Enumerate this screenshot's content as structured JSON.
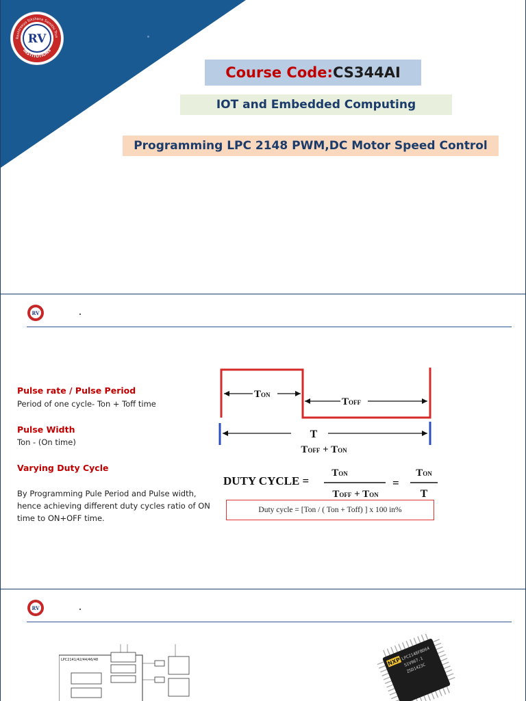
{
  "slide1": {
    "logo": {
      "top_text": "Rashtreeya Sikshana Samithi Trust",
      "letters": "RV",
      "bottom_text": "INSTITUTIONS"
    },
    "course_code_label": "Course Code:",
    "course_code_value": "CS344AI",
    "subject": "IOT and Embedded Computing",
    "topic": "Programming LPC 2148 PWM,DC Motor Speed Control"
  },
  "slide2": {
    "logo_letters": "RV",
    "heading1": "Pulse rate / Pulse Period",
    "text1": "Period of one cycle- Ton + Toff  time",
    "heading2": "Pulse Width",
    "text2": "Ton - (On time)",
    "heading3": "Varying Duty Cycle",
    "paragraph": "By Programming Pule Period and Pulse width, hence achieving different duty cycles ratio of ON time to ON+OFF time.",
    "diagram": {
      "ton_label": "T",
      "ton_sub": "ON",
      "toff_label": "T",
      "toff_sub": "OFF",
      "period_label": "T",
      "period_expr_t1": "T",
      "period_expr_s1": "OFF",
      "period_expr_plus": " + ",
      "period_expr_t2": "T",
      "period_expr_s2": "ON",
      "duty_label": "DUTY CYCLE =",
      "num1_t": "T",
      "num1_s": "ON",
      "den1_t1": "T",
      "den1_s1": "OFF",
      "den1_plus": " + ",
      "den1_t2": "T",
      "den1_s2": "ON",
      "equals": "=",
      "num2_t": "T",
      "num2_s": "ON",
      "den2": "T",
      "formula": "Duty cycle =  [Ton / ( Ton + Toff) ] x 100  in%"
    }
  },
  "slide3": {
    "logo_letters": "RV",
    "block_title": "LPC2141/42/44/46/48",
    "chip_brand": "NXP",
    "chip_line1": "LPC2148FBD64",
    "chip_line2": "S1V967.1",
    "chip_line3": "ZSD1423C"
  },
  "colors": {
    "banner_blue": "#1a5a93",
    "title_red": "#c00000",
    "navy_text": "#1b3c6b",
    "waveform_red": "#d42a2a",
    "marker_blue": "#2c4fbf"
  }
}
